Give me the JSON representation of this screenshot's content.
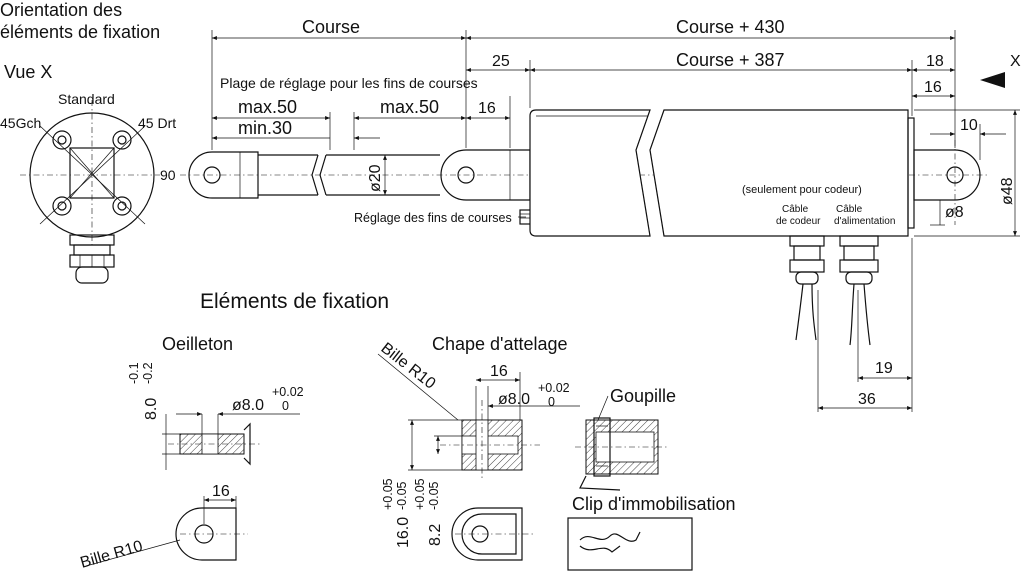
{
  "labels": {
    "orientation_line1": "Orientation des",
    "orientation_line2": "éléments de fixation",
    "vue_x": "Vue X",
    "standard": "Standard",
    "left_45": "45Gch",
    "right_45": "45 Drt",
    "ninety": "90",
    "x_marker": "X",
    "course": "Course",
    "course_430": "Course  +  430",
    "course_387": "Course  +  387",
    "dim_25": "25",
    "dim_18": "18",
    "dim_16_right": "16",
    "dim_10": "10",
    "dim_48": "ø48",
    "dim_8": "ø8",
    "dim_20": "ø20",
    "plage": "Plage de réglage pour les fins de courses",
    "max50_a": "max.50",
    "max50_b": "max.50",
    "min30": "min.30",
    "dim_16_mid": "16",
    "reglage": "Réglage des fins de courses",
    "seulement": "(seulement pour codeur)",
    "cable_codeur_1": "Câble",
    "cable_codeur_2": "de codeur",
    "cable_alim_1": "Câble",
    "cable_alim_2": "d'alimentation",
    "dim_19": "19",
    "dim_36": "36",
    "elements_title": "Eléments de fixation",
    "oeilleton": "Oeilleton",
    "oeil_dim_main": "ø8.0",
    "oeil_tol_up": "+0.02",
    "oeil_tol_low": "0",
    "oeil_height": "8.0",
    "oeil_height_tol_1": "-0.1",
    "oeil_height_tol_2": "-0.2",
    "oeil_16": "16",
    "bille_1": "Bille  R10",
    "chape": "Chape d'attelage",
    "bille_2": "Bille  R10",
    "chape_16": "16",
    "chape_dim_main": "ø8.0",
    "chape_tol_up": "+0.02",
    "chape_tol_low": "0",
    "chape_h1": "16.0",
    "chape_h1_tol_up": "+0.05",
    "chape_h1_tol_low": "-0.05",
    "chape_h2": "8.2",
    "chape_h2_tol_up": "+0.05",
    "chape_h2_tol_low": "-0.05",
    "goupille": "Goupille",
    "clip": "Clip d'immobilisation"
  }
}
